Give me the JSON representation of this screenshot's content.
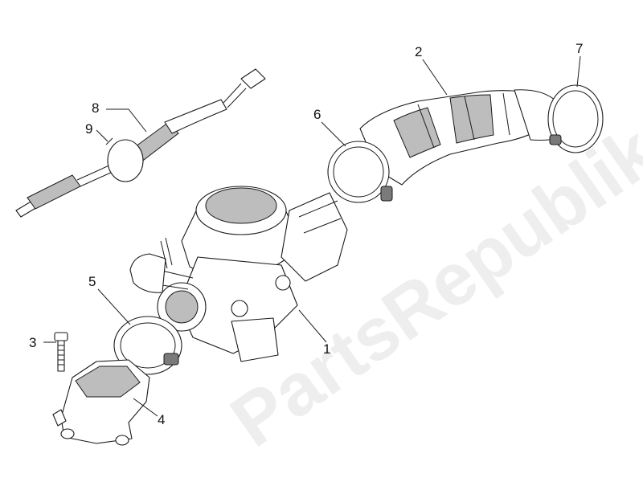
{
  "watermark": "PartsRepublik",
  "callouts": [
    {
      "id": "1",
      "label": "1"
    },
    {
      "id": "2",
      "label": "2"
    },
    {
      "id": "3",
      "label": "3"
    },
    {
      "id": "4",
      "label": "4"
    },
    {
      "id": "5",
      "label": "5"
    },
    {
      "id": "6",
      "label": "6"
    },
    {
      "id": "7",
      "label": "7"
    },
    {
      "id": "8",
      "label": "8"
    },
    {
      "id": "9",
      "label": "9"
    }
  ],
  "colors": {
    "line": "#1a1a1a",
    "shade": "#bdbdbd",
    "watermark": "#eeeeee"
  }
}
